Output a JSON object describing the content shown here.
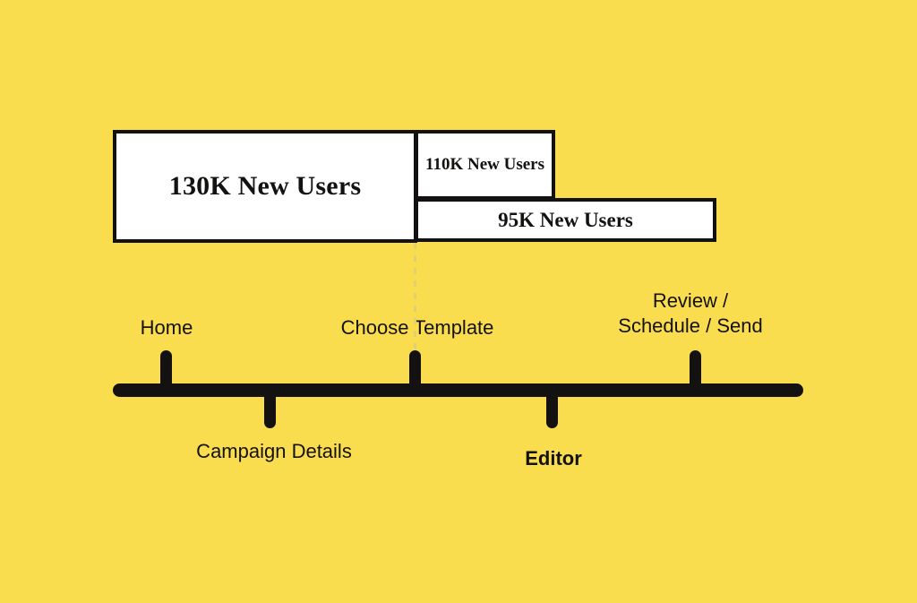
{
  "theme": {
    "background": "#fadd4e",
    "ink": "#141210",
    "box_fill": "#ffffff",
    "connector": "#e2cf72"
  },
  "metrics": {
    "primary": {
      "label": "130K New Users"
    },
    "secondary": {
      "label": "110K New\nUsers"
    },
    "tertiary": {
      "label": "95K New Users"
    }
  },
  "timeline": {
    "steps": [
      {
        "label": "Home",
        "position": "above",
        "emphasis": "normal"
      },
      {
        "label": "Campaign Details",
        "position": "below",
        "emphasis": "normal"
      },
      {
        "label": "Choose Template",
        "position": "above",
        "emphasis": "normal"
      },
      {
        "label": "Editor",
        "position": "below",
        "emphasis": "bold"
      },
      {
        "label": "Review /\nSchedule / Send",
        "position": "above",
        "emphasis": "normal"
      }
    ]
  }
}
